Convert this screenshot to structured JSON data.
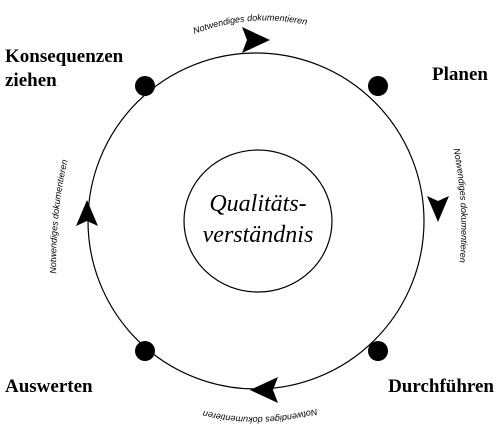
{
  "center": {
    "line1": "Qualitäts-",
    "line2": "verständnis"
  },
  "phases": {
    "plan": "Planen",
    "do": "Durchführen",
    "check": "Auswerten",
    "act_line1": "Konsequenzen",
    "act_line2": "ziehen"
  },
  "notes": {
    "top": "Notwendiges dokumentieren",
    "right": "Notwendiges dokumentieren",
    "bottom": "Notwendiges dokumentieren",
    "left": "Notwendiges dokumentieren"
  },
  "colors": {
    "ink": "#000000",
    "background": "#ffffff"
  }
}
